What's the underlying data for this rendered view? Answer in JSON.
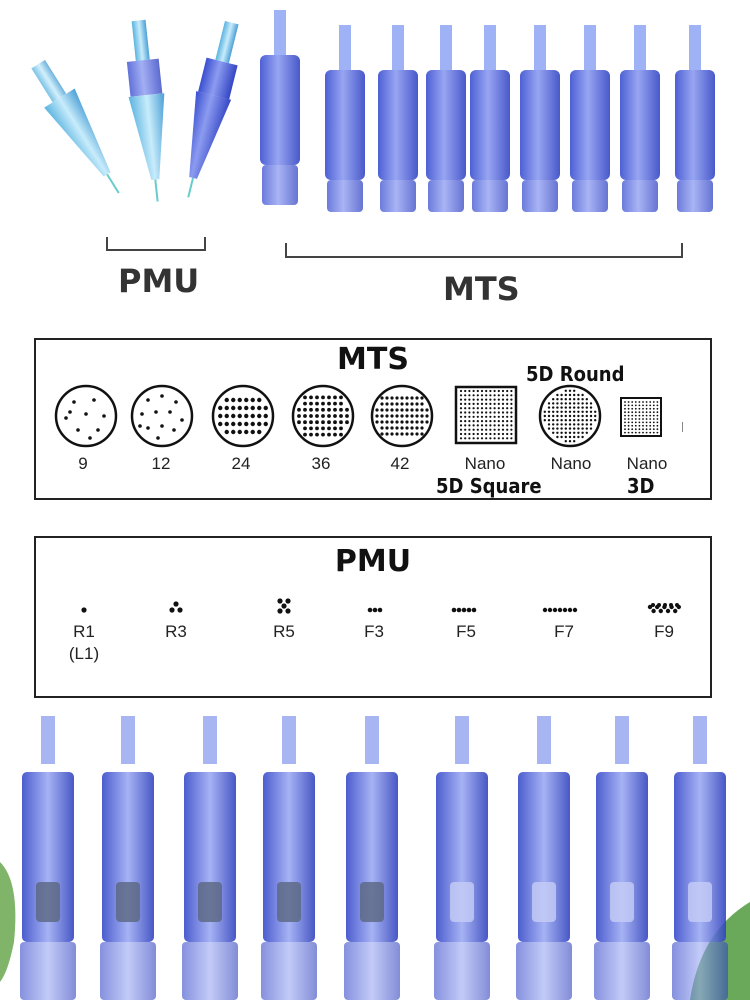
{
  "groups": {
    "pmu_label": "PMU",
    "mts_label": "MTS"
  },
  "mts_panel": {
    "title": "MTS",
    "items": [
      {
        "label": "9"
      },
      {
        "label": "12"
      },
      {
        "label": "24"
      },
      {
        "label": "36"
      },
      {
        "label": "42"
      },
      {
        "label": "Nano",
        "caption": "5D Square"
      },
      {
        "label": "Nano",
        "caption": "5D Round"
      },
      {
        "label": "Nano",
        "caption": "3D"
      }
    ]
  },
  "pmu_panel": {
    "title": "PMU",
    "items": [
      {
        "label": "R1",
        "sublabel": "(L1)"
      },
      {
        "label": "R3"
      },
      {
        "label": "R5"
      },
      {
        "label": "F3"
      },
      {
        "label": "F5"
      },
      {
        "label": "F7"
      },
      {
        "label": "F9"
      }
    ]
  },
  "colors": {
    "cartridge_blue": "#4a5fd8",
    "cartridge_light_blue": "#7ec8ea",
    "dot": "#111111",
    "frame": "#222222"
  }
}
